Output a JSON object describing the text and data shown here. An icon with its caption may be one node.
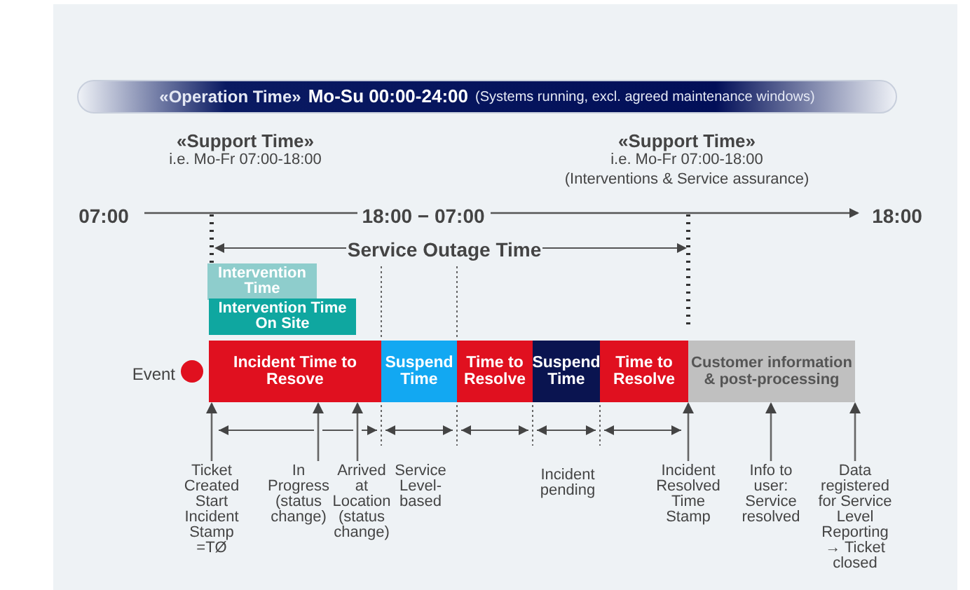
{
  "diagram": {
    "nodes": [
      {
        "text": [
          "«Operation Time»",
          "Mo-Su 00:00-24:00",
          "(Systems running, excl. agreed maintenance windows)"
        ]
      },
      {
        "text": [
          "Intervention Time"
        ]
      },
      {
        "text": [
          "Intervention Time On Site"
        ]
      },
      {
        "text": [],
        "shape": "circle",
        "beside": [
          "Event"
        ]
      },
      {
        "text": [
          "Incident Time to Resove"
        ]
      },
      {
        "text": [
          "Suspend Time"
        ]
      },
      {
        "text": [
          "Time to Resolve"
        ]
      },
      {
        "text": [
          "Suspend Time"
        ]
      },
      {
        "text": [
          "Time to Resolve"
        ]
      },
      {
        "text": [
          "Customer information & post-processing"
        ]
      },
      {
        "text": [
          "Ticket Created Start Incident Stamp =TØ"
        ]
      },
      {
        "text": [
          "In Progress (status change)"
        ]
      },
      {
        "text": [
          "Arrived at Location (status change)"
        ]
      },
      {
        "text": [
          "Incident Resolved Time Stamp"
        ]
      },
      {
        "text": [
          "Info to user: Service resolved"
        ]
      },
      {
        "text": [
          "Data registered for Service Level Reporting → Ticket closed"
        ]
      }
    ],
    "edges": [
      {
        "from": 10,
        "to": 4,
        "arrow": "to"
      },
      {
        "from": 11,
        "to": 4,
        "arrow": "to"
      },
      {
        "from": 12,
        "to": 4,
        "arrow": "to"
      },
      {
        "from": 13,
        "to": 8,
        "arrow": "to"
      },
      {
        "from": 14,
        "to": 9,
        "arrow": "to"
      },
      {
        "from": 15,
        "to": 9,
        "arrow": "to"
      }
    ],
    "labels": [
      "«Support Time»",
      "i.e. Mo-Fr 07:00-18:00",
      "«Support Time»",
      "i.e. Mo-Fr 07:00-18:00",
      "(Interventions & Service assurance)",
      "07:00",
      "18:00 − 07:00",
      "18:00",
      "Service Outage Time",
      "Service Level-based",
      "Incident pending"
    ]
  }
}
